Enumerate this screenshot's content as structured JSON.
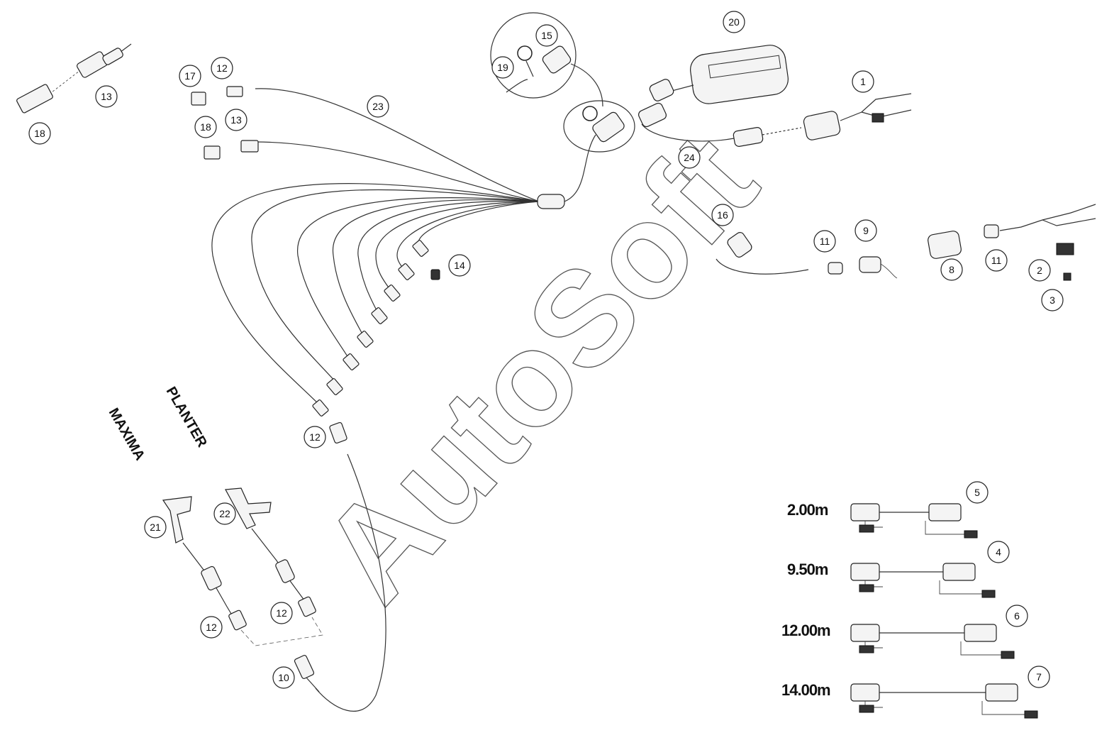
{
  "watermark": "AutoSoft",
  "section_labels": {
    "maxima": "MAXIMA",
    "planter": "PLANTER"
  },
  "callouts": [
    "1",
    "2",
    "3",
    "4",
    "5",
    "6",
    "7",
    "8",
    "9",
    "10",
    "11",
    "11",
    "12",
    "12",
    "12",
    "12",
    "13",
    "13",
    "14",
    "15",
    "16",
    "17",
    "18",
    "18",
    "19",
    "20",
    "21",
    "22",
    "23",
    "24"
  ],
  "cable_lengths": [
    {
      "length": "2.00m",
      "part": "5"
    },
    {
      "length": "9.50m",
      "part": "4"
    },
    {
      "length": "12.00m",
      "part": "6"
    },
    {
      "length": "14.00m",
      "part": "7"
    }
  ]
}
